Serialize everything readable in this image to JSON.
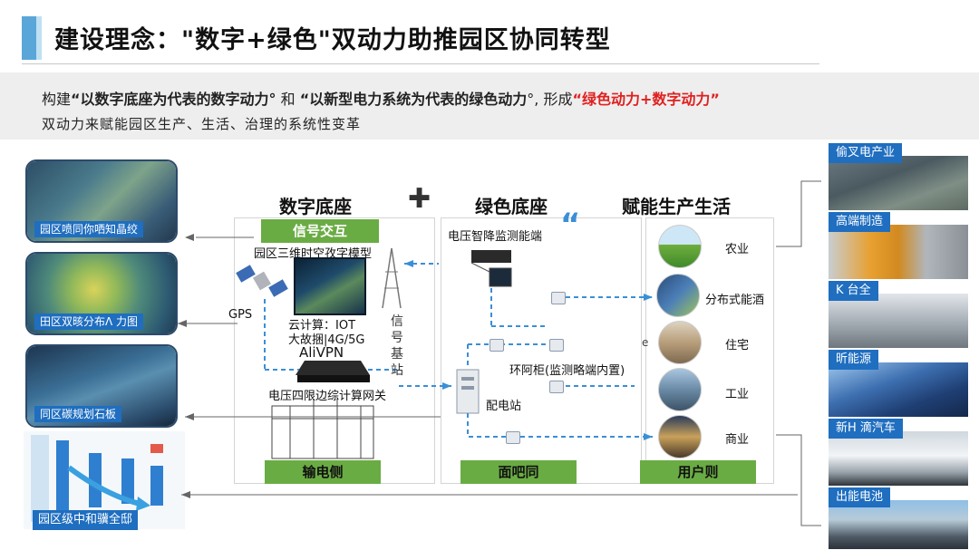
{
  "header": {
    "title": "建设理念：\"数字+绿色\"双动力助推园区协同转型"
  },
  "intro": {
    "line1_a": "构建",
    "line1_b": "“以数字底座为代表的数字动力°",
    "line1_c": "和",
    "line1_d": "“以新型电力系统为代表的绿色动力",
    "line1_e": "°, 形成",
    "line1_red": "“绿色动力+数字动力”",
    "line2": "双动力来赋能园区生产、生活、治理的系统性变革"
  },
  "left_panels": [
    {
      "caption": "园区喷同你哂知晶绞"
    },
    {
      "caption": "田区双晐分布Λ 力图"
    },
    {
      "caption": "同区碳规划石板"
    }
  ],
  "left_chart": {
    "caption": "园区级中和骥全邸"
  },
  "columns": {
    "digital": "数字底座",
    "plus": "✚",
    "green": "绿色底座",
    "enable": "赋能生产生活"
  },
  "digital": {
    "top_label": "信号交互",
    "model_label": "园区三维时空孜字模型",
    "gps": "GPS",
    "cloud": "云计算：IOT",
    "bigdata": "大故捆|4G/5G",
    "alivpn": "AliVPN",
    "base_station": [
      "信",
      "号",
      "基",
      "站"
    ],
    "gateway": "电压四限边综计算网关",
    "bottom_label": "输电侧"
  },
  "green": {
    "monitor": "电压智降监测能端",
    "quote_mark": "“",
    "ring_cabinet": "环阿柜(监测略端内置)",
    "substation": "配电站",
    "bottom_label": "面吧同",
    "stray": "e"
  },
  "enable": {
    "items": [
      {
        "label": "农业"
      },
      {
        "label": "分布式能酒"
      },
      {
        "label": "住宅"
      },
      {
        "label": "工业"
      },
      {
        "label": "商业"
      }
    ],
    "bottom_label": "用户则"
  },
  "right_panels": [
    {
      "caption": "偷叉电产业"
    },
    {
      "caption": "高端制造"
    },
    {
      "caption": "K    台全"
    },
    {
      "caption": "昕能源"
    },
    {
      "caption": "新H    滴汽车"
    },
    {
      "caption": "出能电池"
    }
  ],
  "colors": {
    "accent_blue": "#1f6ec0",
    "green": "#6aac44",
    "red": "#e02020",
    "dashed_blue": "#3a8fd6"
  }
}
